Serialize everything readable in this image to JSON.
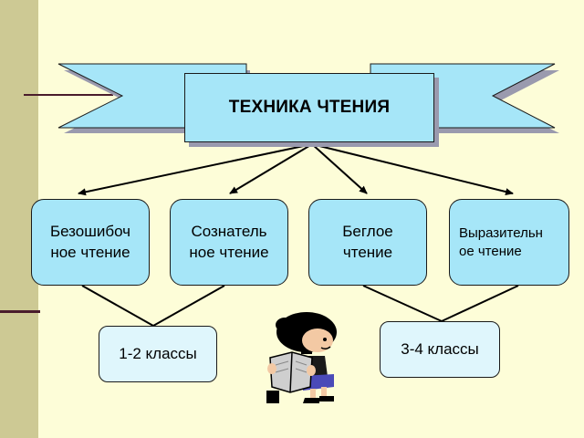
{
  "diagram": {
    "title": "ТЕХНИКА ЧТЕНИЯ",
    "qualities": [
      "Безошибоч\nное чтение",
      "Сознатель\nное чтение",
      "Беглое\nчтение",
      "Выразительн\nое чтение"
    ],
    "grades": [
      "1-2 классы",
      "3-4 классы"
    ]
  },
  "colors": {
    "box_fill": "#a6e6f8",
    "grade_fill": "#dff6fc",
    "background": "#fdfdd8",
    "side_bar": "#cdc994",
    "accent_rule": "#4a1c2c"
  },
  "icons": {
    "reader": "girl-reading-book-icon"
  }
}
